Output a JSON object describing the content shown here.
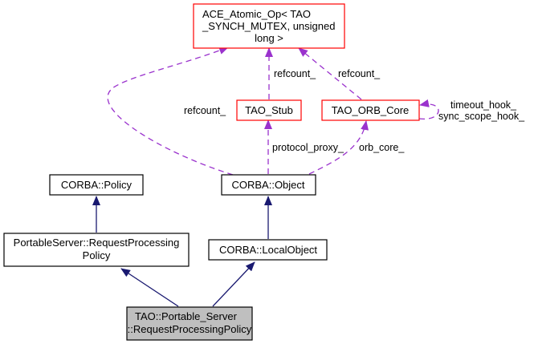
{
  "diagram": {
    "type": "collaboration-graph",
    "colors": {
      "inheritance_edge": "#191970",
      "usage_edge": "#9a32cd",
      "normal_border": "#000000",
      "external_border": "#ff0000",
      "focus_fill": "#bfbfbf"
    },
    "nodes": {
      "ace_atomic_op": {
        "lines": [
          "ACE_Atomic_Op< TAO",
          "_SYNCH_MUTEX, unsigned",
          "long >"
        ],
        "kind": "external"
      },
      "tao_stub": {
        "lines": [
          "TAO_Stub"
        ],
        "kind": "external"
      },
      "tao_orb_core": {
        "lines": [
          "TAO_ORB_Core"
        ],
        "kind": "external"
      },
      "corba_policy": {
        "lines": [
          "CORBA::Policy"
        ],
        "kind": "normal"
      },
      "corba_object": {
        "lines": [
          "CORBA::Object"
        ],
        "kind": "normal"
      },
      "portableserver_rpp": {
        "lines": [
          "PortableServer::RequestProcessing",
          "Policy"
        ],
        "kind": "normal"
      },
      "corba_localobject": {
        "lines": [
          "CORBA::LocalObject"
        ],
        "kind": "normal"
      },
      "tao_rpp": {
        "lines": [
          "TAO::Portable_Server",
          "::RequestProcessingPolicy"
        ],
        "kind": "focus"
      }
    },
    "edge_labels": {
      "object_refcount": "refcount_",
      "stub_refcount": "refcount_",
      "orb_refcount": "refcount_",
      "orb_self": [
        "timeout_hook_",
        "sync_scope_hook_"
      ],
      "protocol_proxy": "protocol_proxy_",
      "orb_core": "orb_core_"
    }
  }
}
